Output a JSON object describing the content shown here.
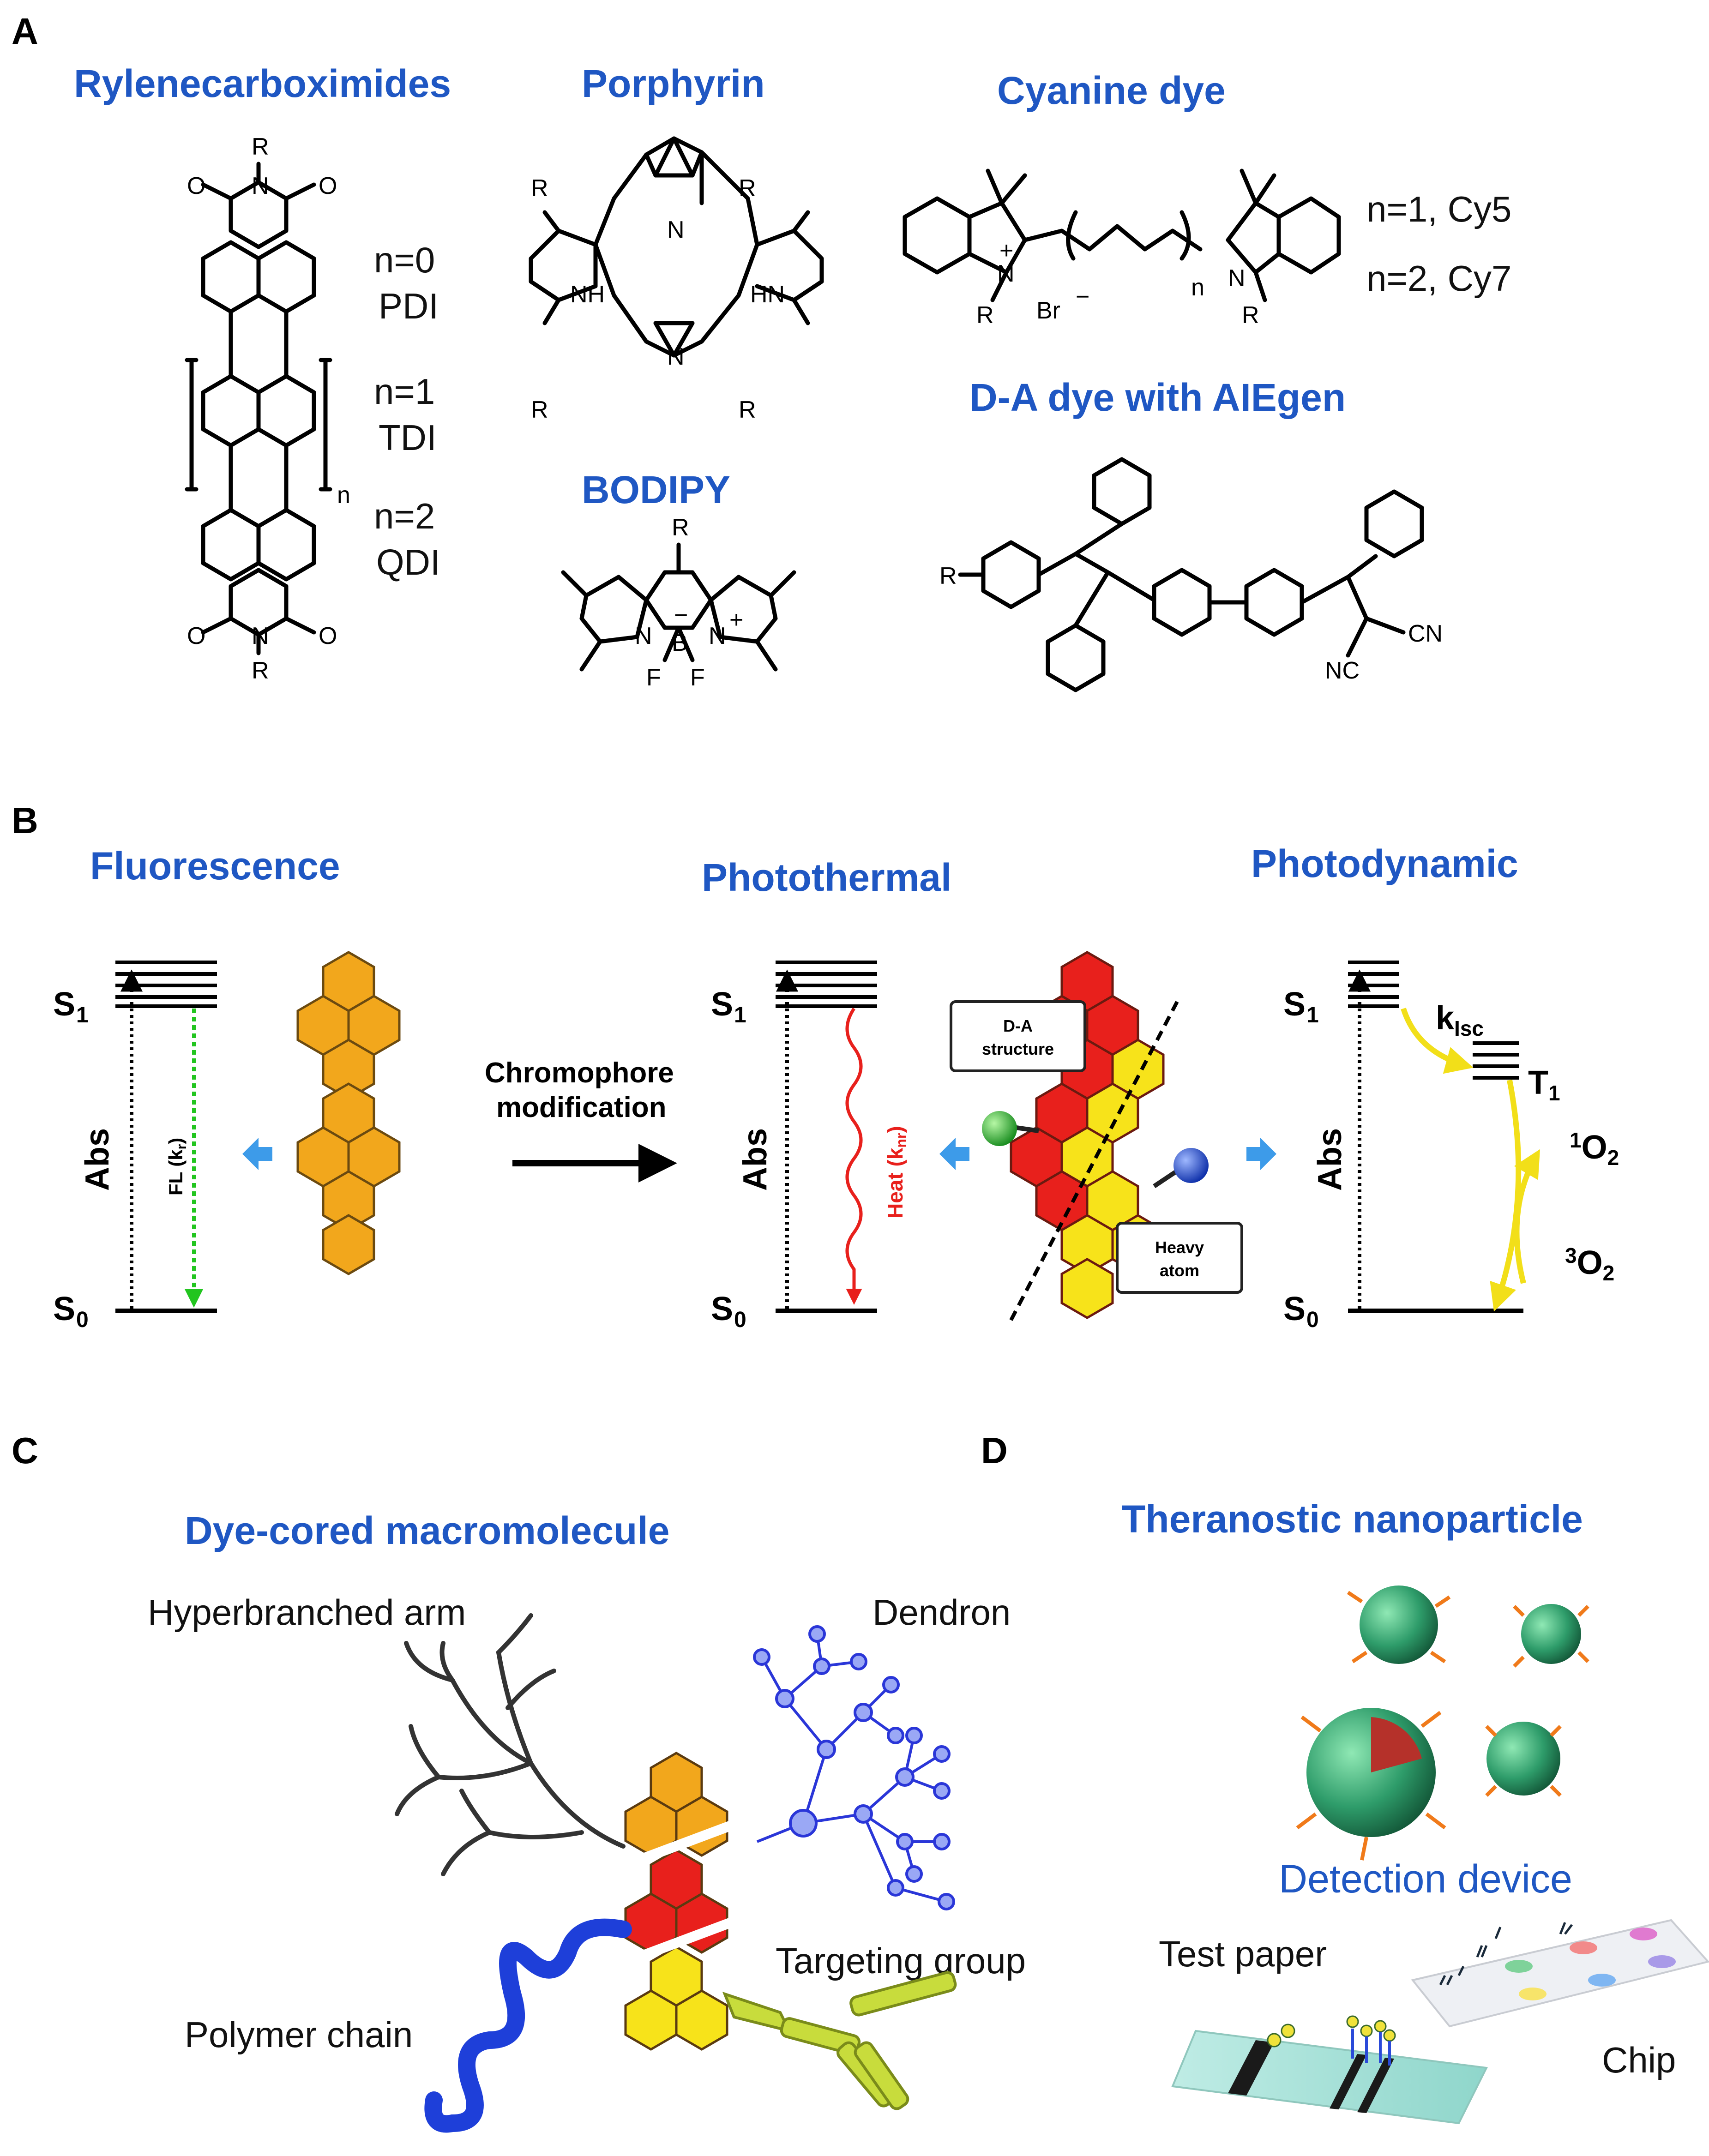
{
  "panels": {
    "a": "A",
    "b": "B",
    "c": "C",
    "d": "D"
  },
  "panel_a": {
    "rylene": {
      "title": "Rylenecarboximides",
      "n0": "n=0",
      "pdi": "PDI",
      "n1": "n=1",
      "tdi": "TDI",
      "n2": "n=2",
      "qdi": "QDI",
      "sub_n": "n",
      "r": "R",
      "o": "O",
      "n_atom": "N"
    },
    "porphyrin": {
      "title": "Porphyrin",
      "nh": "NH",
      "hn": "HN",
      "n_atom": "N",
      "r": "R"
    },
    "bodipy": {
      "title": "BODIPY",
      "r": "R",
      "n_atom": "N",
      "b": "B",
      "f": "F",
      "minus": "−",
      "plus": "+"
    },
    "cyanine": {
      "title": "Cyanine dye",
      "cy5": "n=1, Cy5",
      "cy7": "n=2, Cy7",
      "br": "Br",
      "sub_n": "n",
      "r": "R",
      "n_atom": "N",
      "plus": "+",
      "minus": "−"
    },
    "da_dye": {
      "title": "D-A dye with AIEgen",
      "r": "R",
      "cn": "CN",
      "nc": "NC"
    }
  },
  "panel_b": {
    "fluorescence": "Fluorescence",
    "photothermal": "Photothermal",
    "photodynamic": "Photodynamic",
    "s1": "S",
    "s1_sub": "1",
    "s0": "S",
    "s0_sub": "0",
    "abs": "Abs",
    "fl": "FL (k",
    "fl_sub": "r",
    "fl_close": ")",
    "heat": "Heat (k",
    "heat_sub": "nr",
    "heat_close": ")",
    "chromophore_1": "Chromophore",
    "chromophore_2": "modification",
    "da_box_1": "D-A",
    "da_box_2": "structure",
    "heavy_1": "Heavy",
    "heavy_2": "atom",
    "kisc": "k",
    "kisc_sub": "Isc",
    "t1": "T",
    "t1_sub": "1",
    "singlet_o2": "O",
    "singlet_sup": "1",
    "singlet_sub": "2",
    "triplet_o2": "O",
    "triplet_sup": "3",
    "triplet_sub": "2"
  },
  "panel_c": {
    "title": "Dye-cored macromolecule",
    "hyperbranched": "Hyperbranched arm",
    "dendron": "Dendron",
    "targeting": "Targeting group",
    "polymer": "Polymer chain"
  },
  "panel_d": {
    "title": "Theranostic nanoparticle",
    "detection": "Detection device",
    "test_paper": "Test paper",
    "chip": "Chip"
  },
  "colors": {
    "heading": "#1f57c3",
    "orange": "#f5a623",
    "red": "#e8201c",
    "yellow": "#f7e31a",
    "blue_arrow": "#3d9be9",
    "dendron": "#2a36d8",
    "nanoparticle": "#2e9c6a"
  }
}
